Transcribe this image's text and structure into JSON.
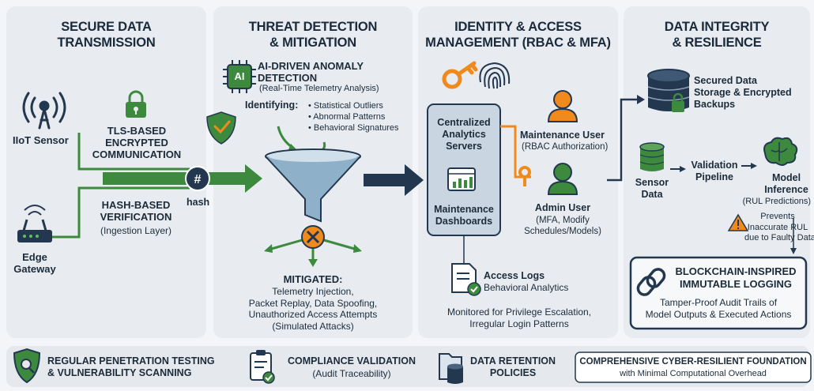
{
  "colors": {
    "navy": "#23384f",
    "green": "#3d8a3f",
    "orange": "#f08a1c",
    "panel": "#e8ecf1"
  },
  "panel1": {
    "title": [
      "SECURE DATA",
      "TRANSMISSION"
    ],
    "sensor": "IIoT Sensor",
    "tls": [
      "TLS-BASED",
      "ENCRYPTED",
      "COMMUNICATION"
    ],
    "hash_label": "hash",
    "hash_ver": [
      "HASH-BASED",
      "VERIFICATION"
    ],
    "ingestion": "(Ingestion Layer)",
    "gateway": [
      "Edge",
      "Gateway"
    ]
  },
  "panel2": {
    "title": [
      "THREAT DETECTION",
      "& MITIGATION"
    ],
    "ai_icon": "AI",
    "ai_title": [
      "AI-DRIVEN ANOMALY",
      "DETECTION"
    ],
    "ai_sub": "(Real-Time Telemetry Analysis)",
    "identifying": "Identifying:",
    "items": [
      "• Statistical Outliers",
      "• Abnormal Patterns",
      "• Behavioral Signatures"
    ],
    "mitigated_title": "MITIGATED:",
    "mitigated": [
      "Telemetry Injection,",
      "Packet Replay, Data Spoofing,",
      "Unauthorized Access Attempts",
      "(Simulated Attacks)"
    ]
  },
  "panel3": {
    "title": [
      "IDENTITY & ACCESS",
      "MANAGEMENT (RBAC & MFA)"
    ],
    "servers": [
      "Centralized",
      "Analytics",
      "Servers"
    ],
    "dashboards": [
      "Maintenance",
      "Dashboards"
    ],
    "maint_user": "Maintenance User",
    "maint_sub": "(RBAC Authorization)",
    "admin_user": "Admin User",
    "admin_sub": [
      "(MFA, Modify",
      "Schedules/Models)"
    ],
    "access_logs": "Access Logs",
    "behavioral": "Behavioral Analytics",
    "monitored": [
      "Monitored for Privilege Escalation,",
      "Irregular Login Patterns"
    ]
  },
  "panel4": {
    "title": [
      "DATA INTEGRITY",
      "& RESILIENCE"
    ],
    "storage": [
      "Secured Data",
      "Storage & Encrypted",
      "Backups"
    ],
    "sensor_data": [
      "Sensor",
      "Data"
    ],
    "validation": [
      "Validation",
      "Pipeline"
    ],
    "model": [
      "Model",
      "Inference"
    ],
    "rul": "(RUL Predictions)",
    "prevents": [
      "Prevents",
      "Inaccurate RUL",
      "due to Faulty Data"
    ],
    "block_title": [
      "BLOCKCHAIN-INSPIRED",
      "IMMUTABLE LOGGING"
    ],
    "block_sub": [
      "Tamper-Proof Audit Trails of",
      "Model Outputs & Executed Actions"
    ]
  },
  "footer": {
    "pen": [
      "REGULAR PENETRATION TESTING",
      "& VULNERABILITY SCANNING"
    ],
    "compliance": "COMPLIANCE VALIDATION",
    "compliance_sub": "(Audit Traceability)",
    "retention": [
      "DATA RETENTION",
      "POLICIES"
    ],
    "foundation": "COMPREHENSIVE CYBER-RESILIENT FOUNDATION",
    "foundation_sub": "with Minimal Computational Overhead"
  }
}
